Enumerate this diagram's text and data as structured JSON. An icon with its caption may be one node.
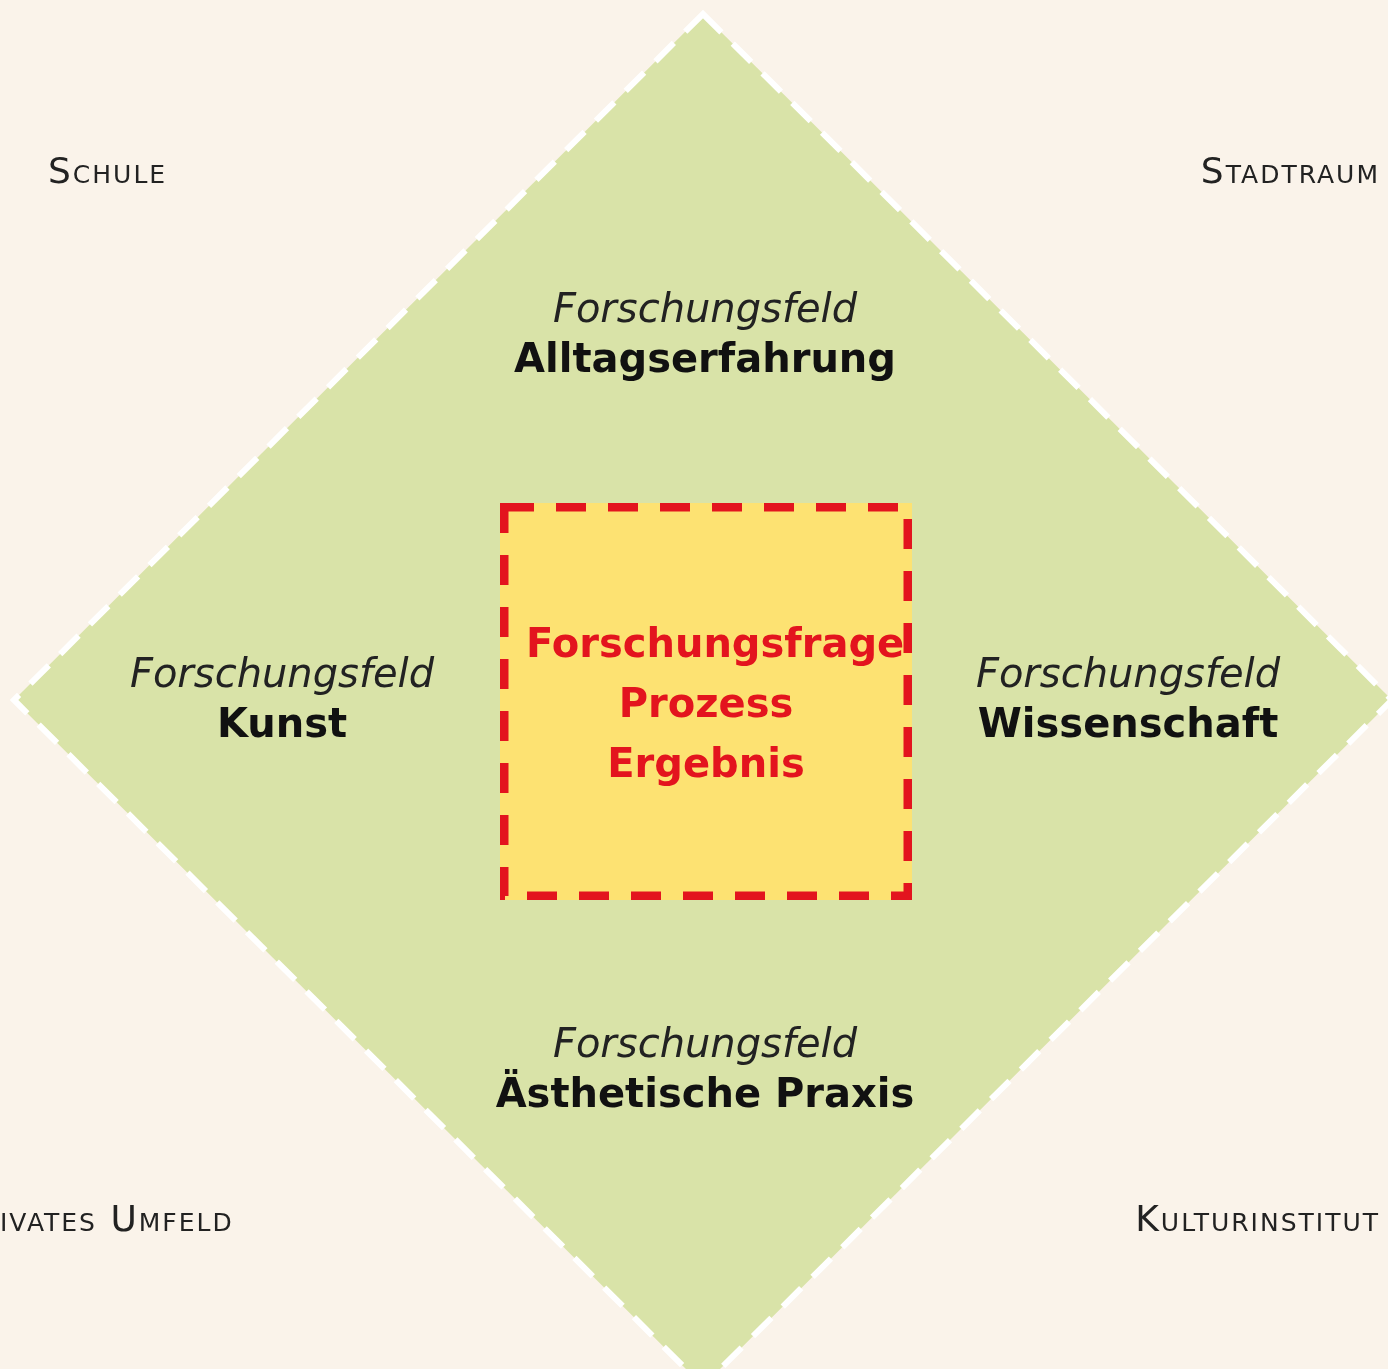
{
  "diagram": {
    "nodes": [
      {
        "text": [
          "Forschungsfeld",
          "Alltagserfahrung",
          "Forschungsfeld",
          "Kunst",
          "Forschungsfeld",
          "Wissenschaft",
          "Forschungsfeld",
          "Ästhetische Praxis"
        ]
      },
      {
        "text": [
          "Forschungsfrage Prozess Ergebnis"
        ],
        "in": 0
      }
    ],
    "edges": [],
    "labels": [
      "Schule",
      "Stadtraum",
      "ivates Umfeld",
      "Kulturinstitut"
    ]
  }
}
